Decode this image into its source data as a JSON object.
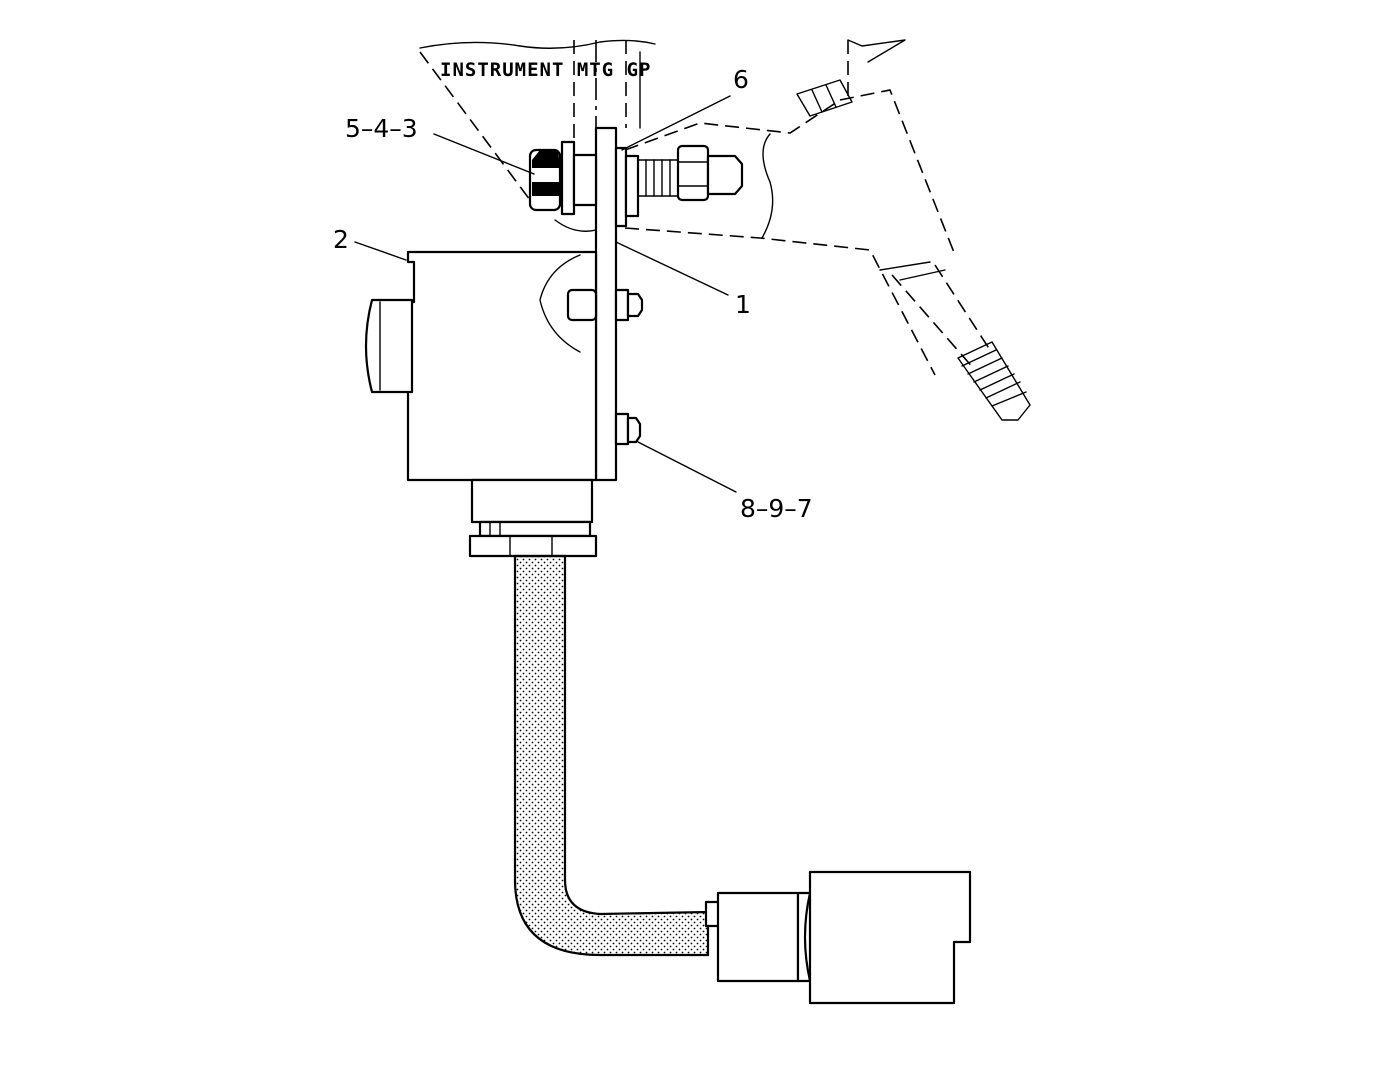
{
  "diagram": {
    "title": "INSTRUMENT MTG GP",
    "callouts": {
      "c1": "1",
      "c2": "2",
      "c6": "6",
      "c543": "5–4–3",
      "c897": "8–9–7"
    }
  }
}
